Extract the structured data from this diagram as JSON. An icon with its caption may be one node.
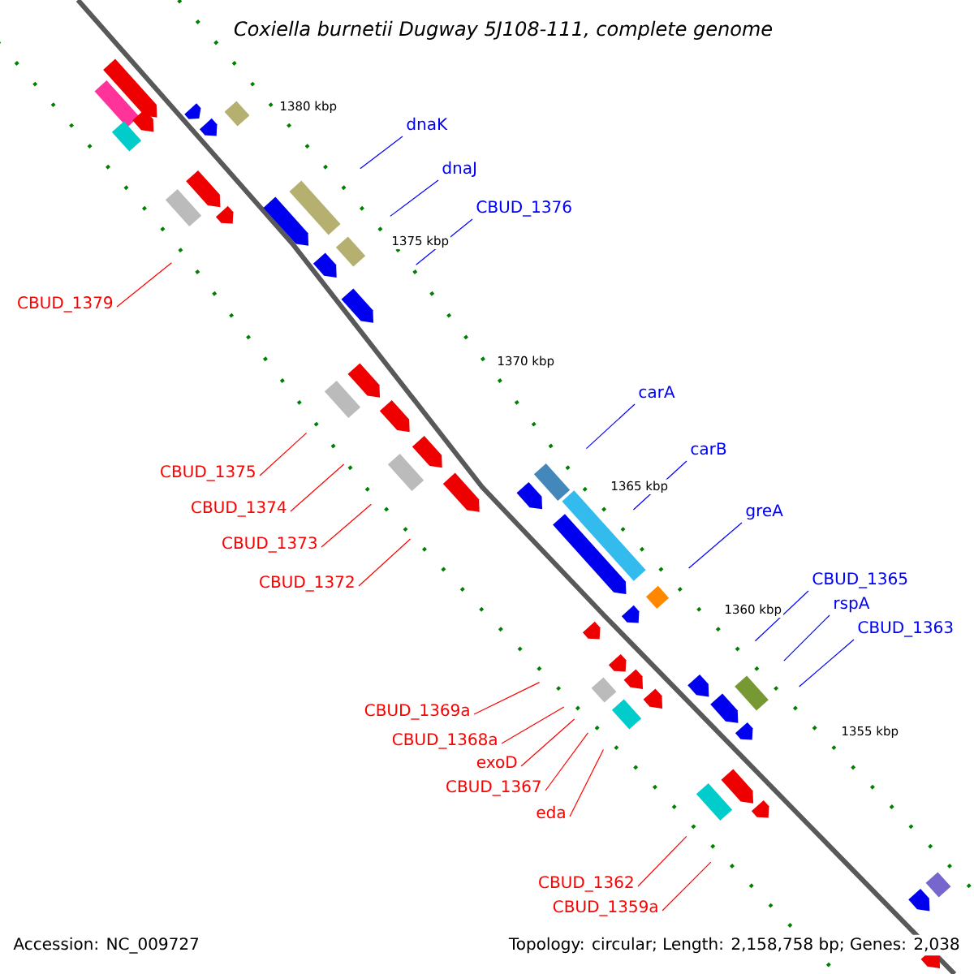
{
  "diagram": {
    "title": "Coxiella burnetii Dugway 5J108-111, complete genome",
    "nodes": [
      {
        "text": [
          "dnaK"
        ]
      },
      {
        "text": [
          "dnaJ"
        ]
      },
      {
        "text": [
          "CBUD_1376"
        ]
      },
      {
        "text": [
          "CBUD_1379"
        ]
      },
      {
        "text": [
          "carA"
        ]
      },
      {
        "text": [
          "CBUD_1375"
        ]
      },
      {
        "text": [
          "carB"
        ]
      },
      {
        "text": [
          "CBUD_1374"
        ]
      },
      {
        "text": [
          "CBUD_1373"
        ]
      },
      {
        "text": [
          "greA"
        ]
      },
      {
        "text": [
          "CBUD_1372"
        ]
      },
      {
        "text": [
          "CBUD_1365"
        ]
      },
      {
        "text": [
          "rspA"
        ]
      },
      {
        "text": [
          "CBUD_1363"
        ]
      },
      {
        "text": [
          "CBUD_1369a"
        ]
      },
      {
        "text": [
          "CBUD_1368a"
        ]
      },
      {
        "text": [
          "exoD"
        ]
      },
      {
        "text": [
          "CBUD_1367"
        ]
      },
      {
        "text": [
          "eda"
        ]
      },
      {
        "text": [
          "CBUD_1362"
        ]
      },
      {
        "text": [
          "CBUD_1359a"
        ]
      }
    ],
    "edges": [
      {
        "from": 0,
        "to": null,
        "arrow": "none",
        "color": "#0000ff"
      },
      {
        "from": 1,
        "to": null,
        "arrow": "none",
        "color": "#0000ff"
      },
      {
        "from": 2,
        "to": null,
        "arrow": "none",
        "color": "#0000ff"
      },
      {
        "from": 3,
        "to": null,
        "arrow": "none"
      },
      {
        "from": 4,
        "to": null,
        "arrow": "none",
        "color": "#0000ff"
      },
      {
        "from": 5,
        "to": null,
        "arrow": "none"
      },
      {
        "from": 6,
        "to": null,
        "arrow": "none",
        "color": "#0000ff"
      },
      {
        "from": 7,
        "to": null,
        "arrow": "none"
      },
      {
        "from": 8,
        "to": null,
        "arrow": "none"
      },
      {
        "from": 9,
        "to": null,
        "arrow": "none",
        "color": "#0000ff"
      },
      {
        "from": 10,
        "to": null,
        "arrow": "none"
      },
      {
        "from": 11,
        "to": null,
        "arrow": "none",
        "color": "#0000ff"
      },
      {
        "from": 12,
        "to": null,
        "arrow": "none",
        "color": "#0000ff"
      },
      {
        "from": 13,
        "to": null,
        "arrow": "none",
        "color": "#0000ff"
      },
      {
        "from": 14,
        "to": null,
        "arrow": "none"
      },
      {
        "from": 15,
        "to": null,
        "arrow": "none"
      },
      {
        "from": 16,
        "to": null,
        "arrow": "none"
      },
      {
        "from": 17,
        "to": null,
        "arrow": "none"
      },
      {
        "from": 18,
        "to": null,
        "arrow": "none"
      },
      {
        "from": 19,
        "to": null,
        "arrow": "none"
      },
      {
        "from": 20,
        "to": null,
        "arrow": "none"
      }
    ],
    "labels": [
      "1380 kbp",
      "1375 kbp",
      "1370 kbp",
      "1365 kbp",
      "1360 kbp",
      "1355 kbp",
      "Accession: NC_009727",
      "Topology: circular; Length: 2,158,758 bp; Genes: 2,038"
    ]
  }
}
